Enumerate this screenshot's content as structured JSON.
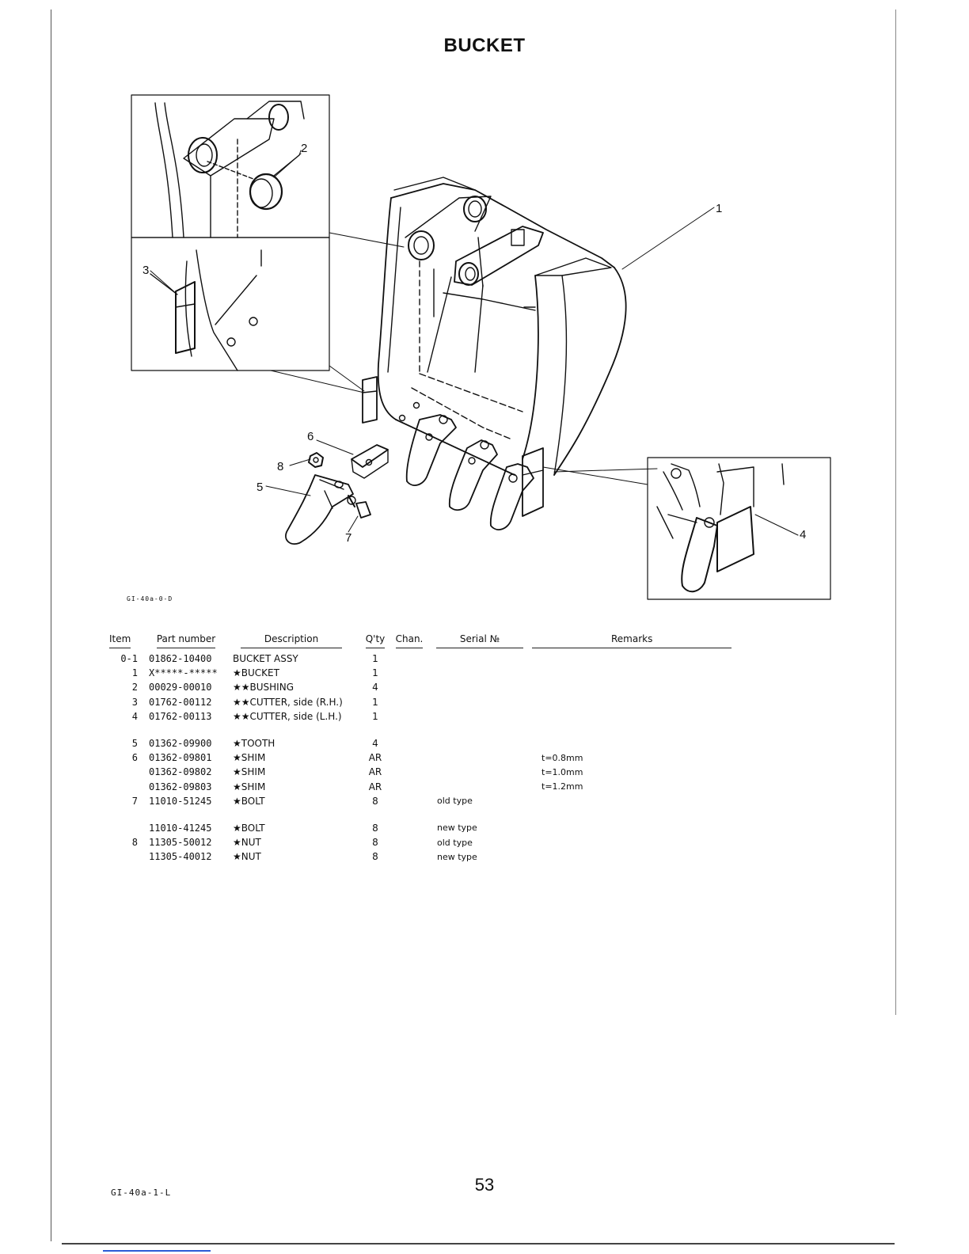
{
  "title": "BUCKET",
  "figure": {
    "code": "GI-40a-0-D",
    "callouts": [
      "1",
      "2",
      "3",
      "4",
      "5",
      "6",
      "7",
      "8"
    ]
  },
  "table": {
    "headers": {
      "item": "Item",
      "part_number": "Part number",
      "description": "Description",
      "qty": "Q'ty",
      "chan": "Chan.",
      "serial": "Serial №",
      "remarks": "Remarks"
    },
    "rows": [
      {
        "item": "0-1",
        "part": "01862-10400",
        "desc": "BUCKET ASSY",
        "qty": "1",
        "serial": "",
        "remarks": ""
      },
      {
        "item": "1",
        "part": "X*****-*****",
        "desc": "★BUCKET",
        "qty": "1",
        "serial": "",
        "remarks": ""
      },
      {
        "item": "2",
        "part": "00029-00010",
        "desc": "★★BUSHING",
        "qty": "4",
        "serial": "",
        "remarks": ""
      },
      {
        "item": "3",
        "part": "01762-00112",
        "desc": "★★CUTTER, side (R.H.)",
        "qty": "1",
        "serial": "",
        "remarks": ""
      },
      {
        "item": "4",
        "part": "01762-00113",
        "desc": "★★CUTTER, side (L.H.)",
        "qty": "1",
        "serial": "",
        "remarks": ""
      },
      {
        "item": "5",
        "part": "01362-09900",
        "desc": "★TOOTH",
        "qty": "4",
        "serial": "",
        "remarks": ""
      },
      {
        "item": "6",
        "part": "01362-09801",
        "desc": "★SHIM",
        "qty": "AR",
        "serial": "",
        "remarks": "t=0.8mm"
      },
      {
        "item": "",
        "part": "01362-09802",
        "desc": "★SHIM",
        "qty": "AR",
        "serial": "",
        "remarks": "t=1.0mm"
      },
      {
        "item": "",
        "part": "01362-09803",
        "desc": "★SHIM",
        "qty": "AR",
        "serial": "",
        "remarks": "t=1.2mm"
      },
      {
        "item": "7",
        "part": "11010-51245",
        "desc": "★BOLT",
        "qty": "8",
        "serial": "old type",
        "remarks": ""
      },
      {
        "item": "",
        "part": "11010-41245",
        "desc": "★BOLT",
        "qty": "8",
        "serial": "new type",
        "remarks": ""
      },
      {
        "item": "8",
        "part": "11305-50012",
        "desc": "★NUT",
        "qty": "8",
        "serial": "old type",
        "remarks": ""
      },
      {
        "item": "",
        "part": "11305-40012",
        "desc": "★NUT",
        "qty": "8",
        "serial": "new type",
        "remarks": ""
      }
    ]
  },
  "page_number": "53",
  "footer_code": "GI-40a-1-L"
}
